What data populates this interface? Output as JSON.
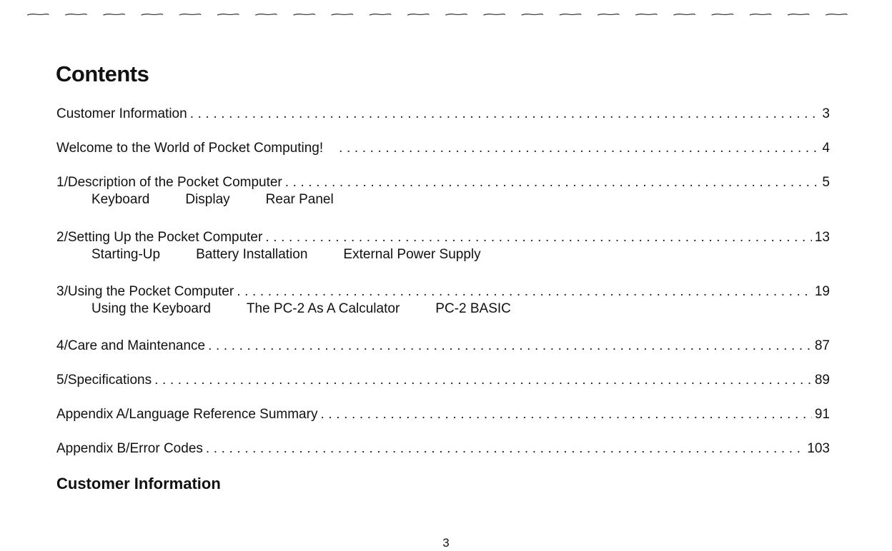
{
  "title": "Contents",
  "toc": [
    {
      "label": "Customer Information",
      "page": "3",
      "subitems": []
    },
    {
      "label": "Welcome to the World of Pocket Computing!",
      "page": "4",
      "subitems": []
    },
    {
      "label": "1/Description of the Pocket Computer",
      "page": "5",
      "subitems": [
        "Keyboard",
        "Display",
        "Rear Panel"
      ]
    },
    {
      "label": "2/Setting Up the Pocket Computer",
      "page": "13",
      "subitems": [
        "Starting-Up",
        "Battery Installation",
        "External Power Supply"
      ]
    },
    {
      "label": "3/Using the Pocket Computer",
      "page": "19",
      "subitems": [
        "Using the Keyboard",
        "The PC-2 As A Calculator",
        "PC-2 BASIC"
      ]
    },
    {
      "label": "4/Care and Maintenance",
      "page": "87",
      "subitems": []
    },
    {
      "label": "5/Specifications",
      "page": "89",
      "subitems": []
    },
    {
      "label": "Appendix A/Language Reference Summary",
      "page": "91",
      "subitems": []
    },
    {
      "label": "Appendix B/Error Codes",
      "page": "103",
      "subitems": []
    }
  ],
  "section_heading": "Customer Information",
  "page_number": "3"
}
